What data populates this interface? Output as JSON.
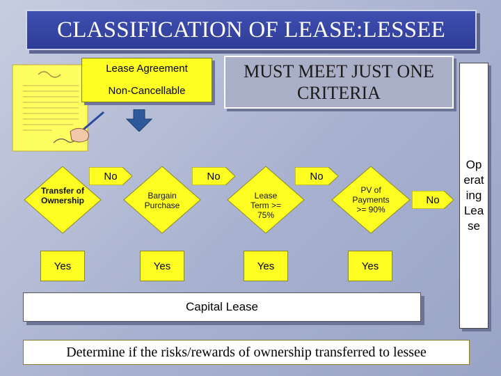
{
  "title": "CLASSIFICATION OF LEASE:LESSEE",
  "lease_box": {
    "line1": "Lease Agreement",
    "line2": "Non-Cancellable"
  },
  "criteria_note": "MUST MEET JUST ONE CRITERIA",
  "criteria": [
    {
      "label": "Transfer of Ownership",
      "yes": "Yes"
    },
    {
      "label": "Bargain Purchase",
      "yes": "Yes"
    },
    {
      "label": "Lease Term >= 75%",
      "yes": "Yes"
    },
    {
      "label": "PV of Payments >= 90%",
      "yes": "Yes"
    }
  ],
  "no_labels": [
    "No",
    "No",
    "No",
    "No"
  ],
  "capital_lease": "Capital Lease",
  "operating_lease": "Operating Lease",
  "footer": "Determine if the risks/rewards of ownership transferred to lessee",
  "colors": {
    "yellow": "#fffe22",
    "title_blue": "#3445a4",
    "arrow_blue": "#2e5a9c"
  }
}
